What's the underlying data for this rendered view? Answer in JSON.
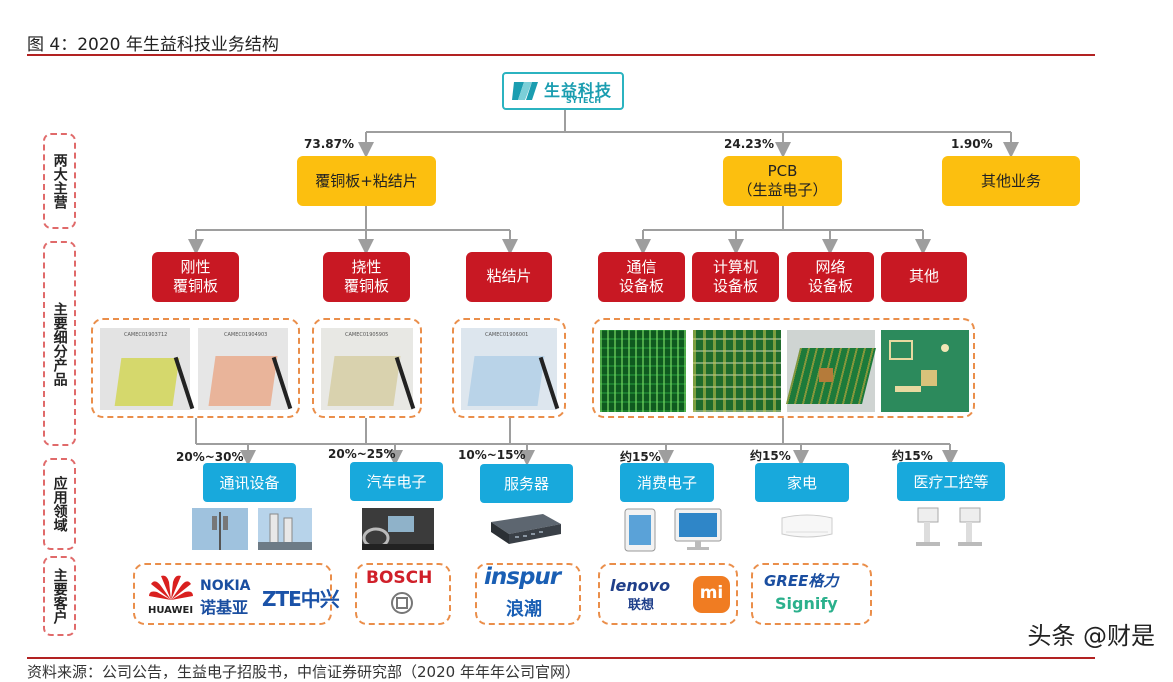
{
  "title": "图 4：2020 年生益科技业务结构",
  "logo": {
    "cn": "生益科技",
    "en": "SYTECH"
  },
  "side_labels": [
    "两大主营",
    "主要细分产品",
    "应用领域",
    "主要客户"
  ],
  "level1": [
    {
      "label": "覆铜板+粘结片",
      "pct": "73.87%"
    },
    {
      "label": "PCB\n（生益电子）",
      "pct": "24.23%"
    },
    {
      "label": "其他业务",
      "pct": "1.90%"
    }
  ],
  "products": [
    "刚性\n覆铜板",
    "挠性\n覆铜板",
    "粘结片",
    "通信\n设备板",
    "计算机\n设备板",
    "网络\n设备板",
    "其他"
  ],
  "photo_codes": [
    "CAMEC01903712",
    "CAMEC01904903",
    "CAMEC01905905",
    "CAMEC01906001"
  ],
  "applications": [
    {
      "label": "通讯设备",
      "pct": "20%~30%"
    },
    {
      "label": "汽车电子",
      "pct": "20%~25%"
    },
    {
      "label": "服务器",
      "pct": "10%~15%"
    },
    {
      "label": "消费电子",
      "pct": "约15%"
    },
    {
      "label": "家电",
      "pct": "约15%"
    },
    {
      "label": "医疗工控等",
      "pct": "约15%"
    }
  ],
  "customers": {
    "huawei": "HUAWEI",
    "nokia": "NOKIA",
    "nokia_cn": "诺基亚",
    "zte": "ZTE中兴",
    "bosch": "BOSCH",
    "inspur": "inspur",
    "inspur_cn": "浪潮",
    "lenovo": "lenovo",
    "lenovo_cn": "联想",
    "mi": "mi",
    "gree": "GREE格力",
    "signify": "Signify"
  },
  "colors": {
    "yellow": "#fcbf0f",
    "red": "#c81823",
    "blue": "#18a9dc",
    "accent_line": "#b22222",
    "dash": "#ea8e4a"
  },
  "watermark": "头条 @财是",
  "source": "资料来源：公司公告，生益电子招股书，中信证券研究部（2020 年年年公司官网）"
}
